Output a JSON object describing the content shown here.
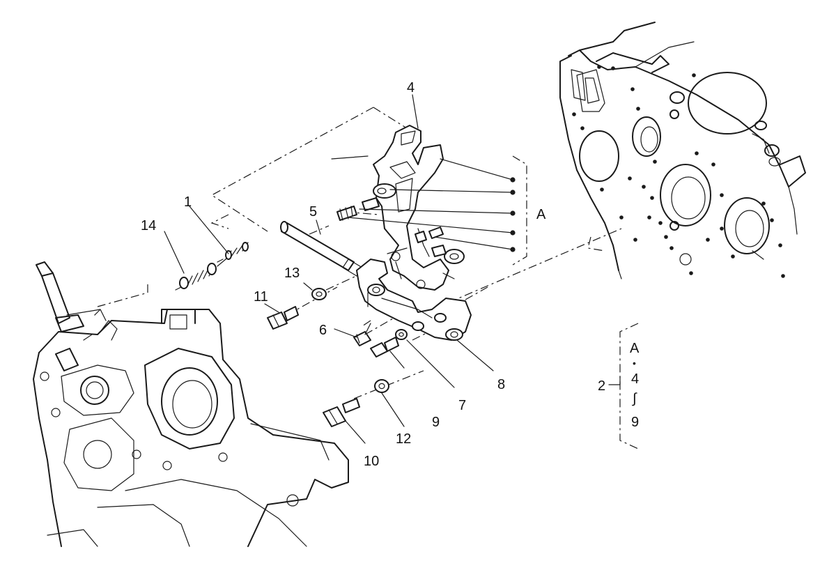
{
  "callouts": {
    "p1": "1",
    "p2": "2",
    "p4": "4",
    "p5": "5",
    "p6": "6",
    "p7": "7",
    "p8": "8",
    "p9": "9",
    "p10": "10",
    "p11": "11",
    "p12": "12",
    "p13": "13",
    "p14": "14",
    "group_a": "A"
  },
  "legend": {
    "a": "A",
    "dot": "•",
    "from": "4",
    "range": "∫",
    "to": "9"
  },
  "colors": {
    "ink": "#1a1a1a",
    "paper": "#ffffff"
  }
}
